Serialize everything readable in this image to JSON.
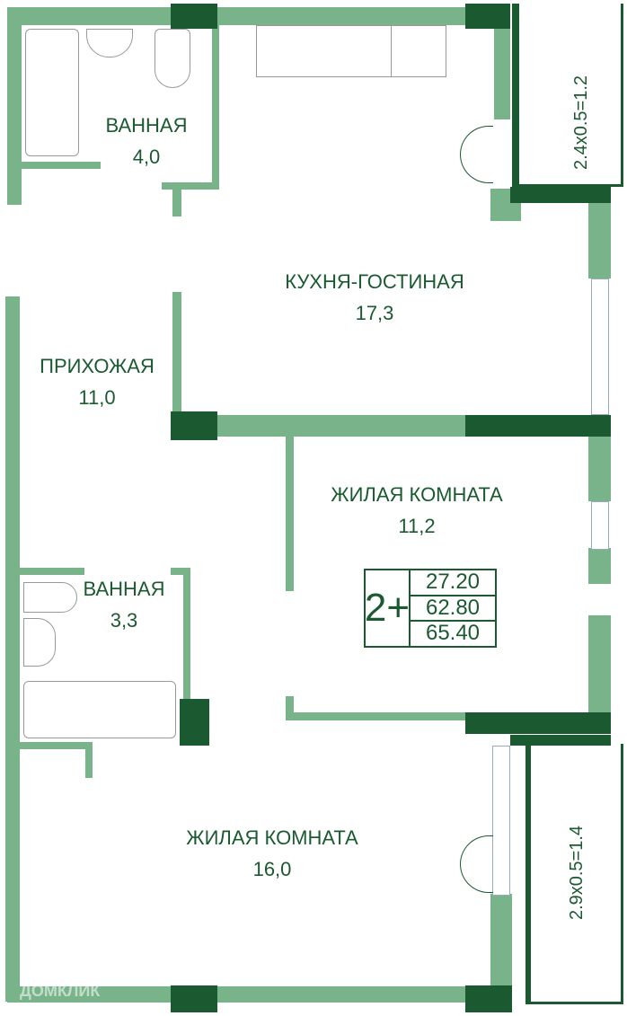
{
  "rooms": [
    {
      "name": "ВАННАЯ",
      "area": "4,0"
    },
    {
      "name": "КУХНЯ-ГОСТИНАЯ",
      "area": "17,3"
    },
    {
      "name": "ПРИХОЖАЯ",
      "area": "11,0"
    },
    {
      "name": "ЖИЛАЯ КОМНАТА",
      "area": "11,2"
    },
    {
      "name": "ВАННАЯ",
      "area": "3,3"
    },
    {
      "name": "ЖИЛАЯ КОМНАТА",
      "area": "16,0"
    }
  ],
  "balconies": [
    "2.4x0.5=1.2",
    "2.9x0.5=1.4"
  ],
  "summary": {
    "rooms": "2+",
    "living_area": "27.20",
    "total_area": "62.80",
    "total_with_balcony": "65.40"
  },
  "watermark": "ДОМКЛИК",
  "colors": {
    "wall": "#79b38a",
    "column": "#1b5a31"
  }
}
